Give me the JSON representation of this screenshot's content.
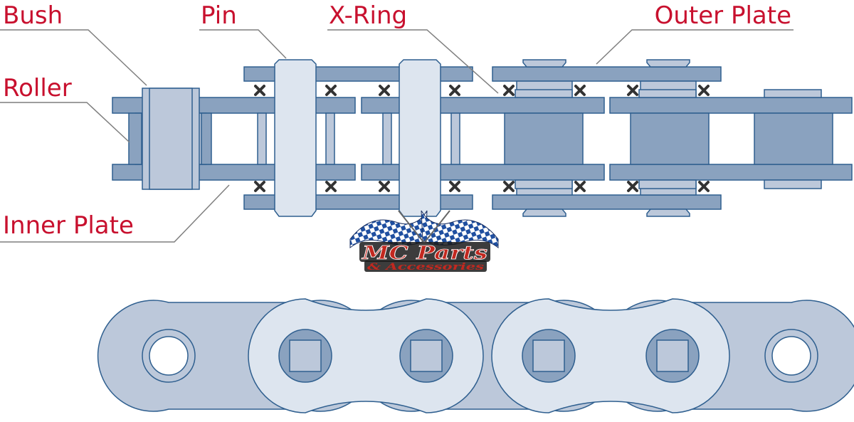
{
  "colors": {
    "label": "#c8102e",
    "leader": "#7f7f7f",
    "part_fill": "#8aa2bf",
    "part_light": "#bcc8da",
    "part_pale": "#dde5ef",
    "outline": "#2f5f8f",
    "xring": "#333333",
    "logo_red": "#c2281f",
    "logo_blue": "#1f4fa0"
  },
  "labels": {
    "bush": "Bush",
    "pin": "Pin",
    "x_ring": "X-Ring",
    "outer_plate": "Outer Plate",
    "roller": "Roller",
    "inner_plate": "Inner Plate"
  },
  "logo": {
    "name": "MC Parts",
    "tagline": "& Accessories",
    "icon": "checkered-flags-icon"
  }
}
